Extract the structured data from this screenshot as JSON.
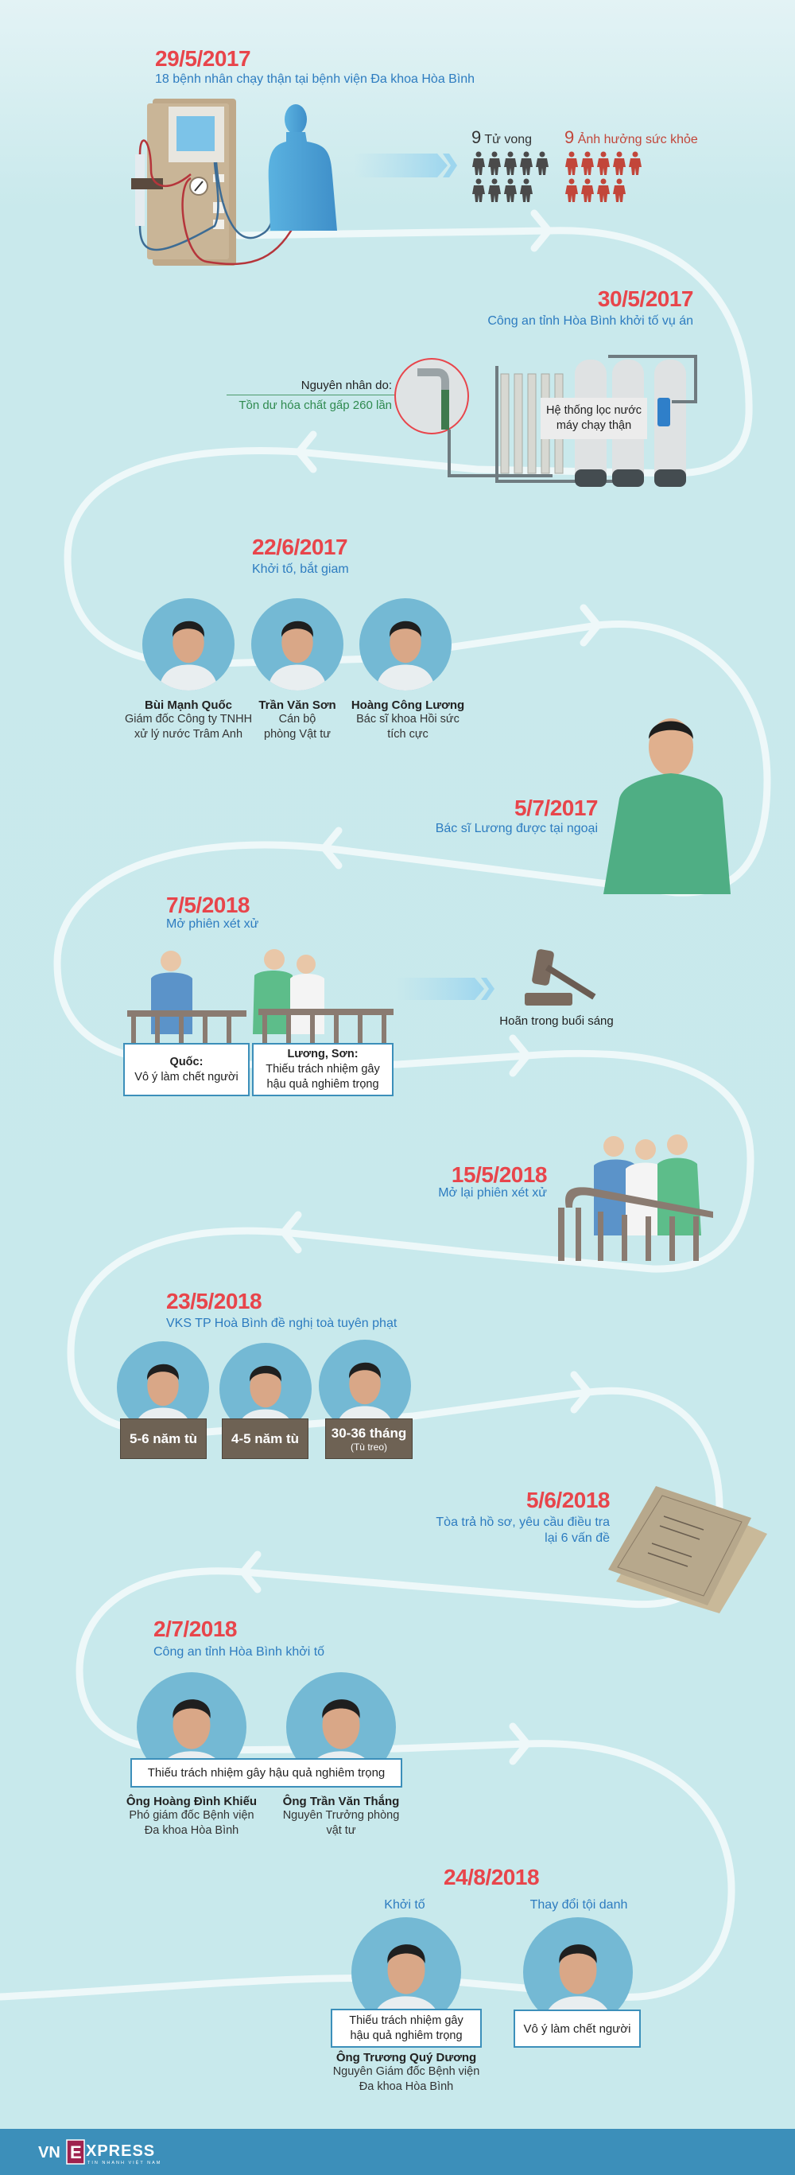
{
  "events": {
    "e1": {
      "date": "29/5/2017",
      "subtitle": "18 bệnh nhân chạy thận tại bệnh viện Đa khoa Hòa Bình",
      "deaths": {
        "count": "9",
        "label": "Tử vong",
        "color": "#4a4a4a"
      },
      "affected": {
        "count": "9",
        "label": "Ảnh hưởng sức khỏe",
        "color": "#c2463a"
      }
    },
    "e2": {
      "date": "30/5/2017",
      "subtitle": "Công an tỉnh Hòa Bình khởi tố vụ án",
      "cause_label": "Nguyên nhân do:",
      "cause": "Tồn dư hóa chất gấp 260 lần",
      "system_label_1": "Hệ thống lọc nước",
      "system_label_2": "máy chạy thận"
    },
    "e3": {
      "date": "22/6/2017",
      "subtitle": "Khởi tố, bắt giam",
      "people": [
        {
          "name": "Bùi Mạnh Quốc",
          "desc1": "Giám đốc Công ty TNHH",
          "desc2": "xử lý nước Trâm Anh"
        },
        {
          "name": "Trần Văn Sơn",
          "desc1": "Cán bộ",
          "desc2": "phòng Vật tư"
        },
        {
          "name": "Hoàng Công Lương",
          "desc1": "Bác sĩ khoa Hồi sức",
          "desc2": "tích cực"
        }
      ]
    },
    "e4": {
      "date": "5/7/2017",
      "subtitle": "Bác sĩ Lương được tại ngoại"
    },
    "e5": {
      "date": "7/5/2018",
      "subtitle": "Mở phiên xét xử",
      "box1_title": "Quốc:",
      "box1_text": "Vô ý làm chết người",
      "box2_title": "Lương, Sơn:",
      "box2_text1": "Thiếu trách nhiệm gây",
      "box2_text2": "hậu quả nghiêm trọng",
      "outcome": "Hoãn trong buổi sáng"
    },
    "e6": {
      "date": "15/5/2018",
      "subtitle": "Mở lại phiên xét xử"
    },
    "e7": {
      "date": "23/5/2018",
      "subtitle": "VKS TP Hoà Bình đề nghị toà tuyên phạt",
      "sentences": [
        {
          "text": "5-6 năm tù",
          "note": ""
        },
        {
          "text": "4-5 năm tù",
          "note": ""
        },
        {
          "text": "30-36 tháng",
          "note": "(Tù treo)"
        }
      ]
    },
    "e8": {
      "date": "5/6/2018",
      "subtitle1": "Tòa trả hồ sơ, yêu cầu điều tra",
      "subtitle2": "lại 6 vấn đề"
    },
    "e9": {
      "date": "2/7/2018",
      "subtitle": "Công an tỉnh Hòa Bình khởi tố",
      "charge": "Thiếu trách nhiệm gây hậu quả nghiêm trọng",
      "people": [
        {
          "name": "Ông Hoàng Đình Khiếu",
          "desc1": "Phó giám đốc Bệnh viện",
          "desc2": "Đa khoa Hòa Bình"
        },
        {
          "name": "Ông Trần Văn Thắng",
          "desc1": "Nguyên Trưởng phòng",
          "desc2": "vật tư"
        }
      ]
    },
    "e10": {
      "date": "24/8/2018",
      "left_title": "Khởi tố",
      "right_title": "Thay đổi tội danh",
      "left_charge1": "Thiếu trách nhiệm gây",
      "left_charge2": "hậu quả nghiêm trọng",
      "left_name": "Ông Trương Quý Dương",
      "left_desc1": "Nguyên Giám đốc Bệnh viện",
      "left_desc2": "Đa khoa Hòa Bình",
      "right_charge": "Vô ý làm chết người"
    }
  },
  "footer": {
    "logo": "VnExpress",
    "tagline": "TIN NHANH VIỆT NAM"
  },
  "colors": {
    "date": "#e8454b",
    "subtitle": "#2d7cc0",
    "footer": "#3c8fba",
    "path": "#eef8f9"
  }
}
